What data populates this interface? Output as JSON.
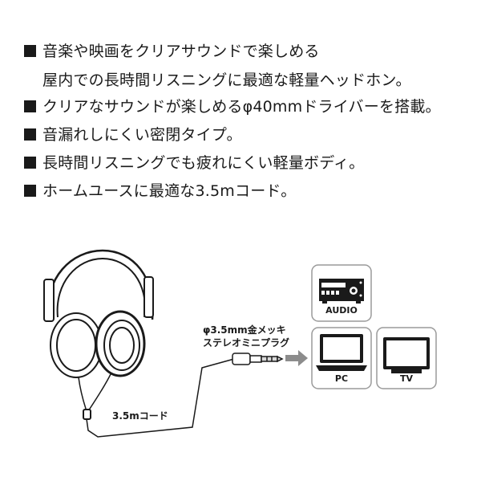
{
  "features": [
    {
      "line1": "音楽や映画をクリアサウンドで楽しめる",
      "line2": "屋内での長時間リスニングに最適な軽量ヘッドホン。"
    },
    {
      "line1": "クリアなサウンドが楽しめるφ40mmドライバーを搭載。"
    },
    {
      "line1": "音漏れしにくい密閉タイプ。"
    },
    {
      "line1": "長時間リスニングでも疲れにくい軽量ボディ。"
    },
    {
      "line1": "ホームユースに最適な3.5mコード。"
    }
  ],
  "diagram": {
    "plug_label_line1": "φ3.5mm金メッキ",
    "plug_label_line2": "ステレオミニプラグ",
    "cord_label": "3.5mコード",
    "devices": [
      {
        "name": "AUDIO",
        "icon": "audio-amplifier-icon"
      },
      {
        "name": "PC",
        "icon": "laptop-icon"
      },
      {
        "name": "TV",
        "icon": "tv-icon"
      }
    ]
  },
  "colors": {
    "text": "#1a1a1a",
    "arrow": "#8c8c8c",
    "device_border": "#9a9a9a"
  }
}
